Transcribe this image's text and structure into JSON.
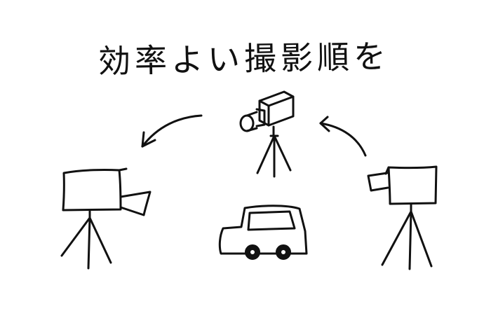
{
  "title": "効率よい撮影順を",
  "illustration": {
    "subjects": [
      "camera-left",
      "camera-top",
      "camera-right",
      "car"
    ],
    "arrows": 2,
    "ink_color": "#111111",
    "background_color": "#ffffff"
  }
}
